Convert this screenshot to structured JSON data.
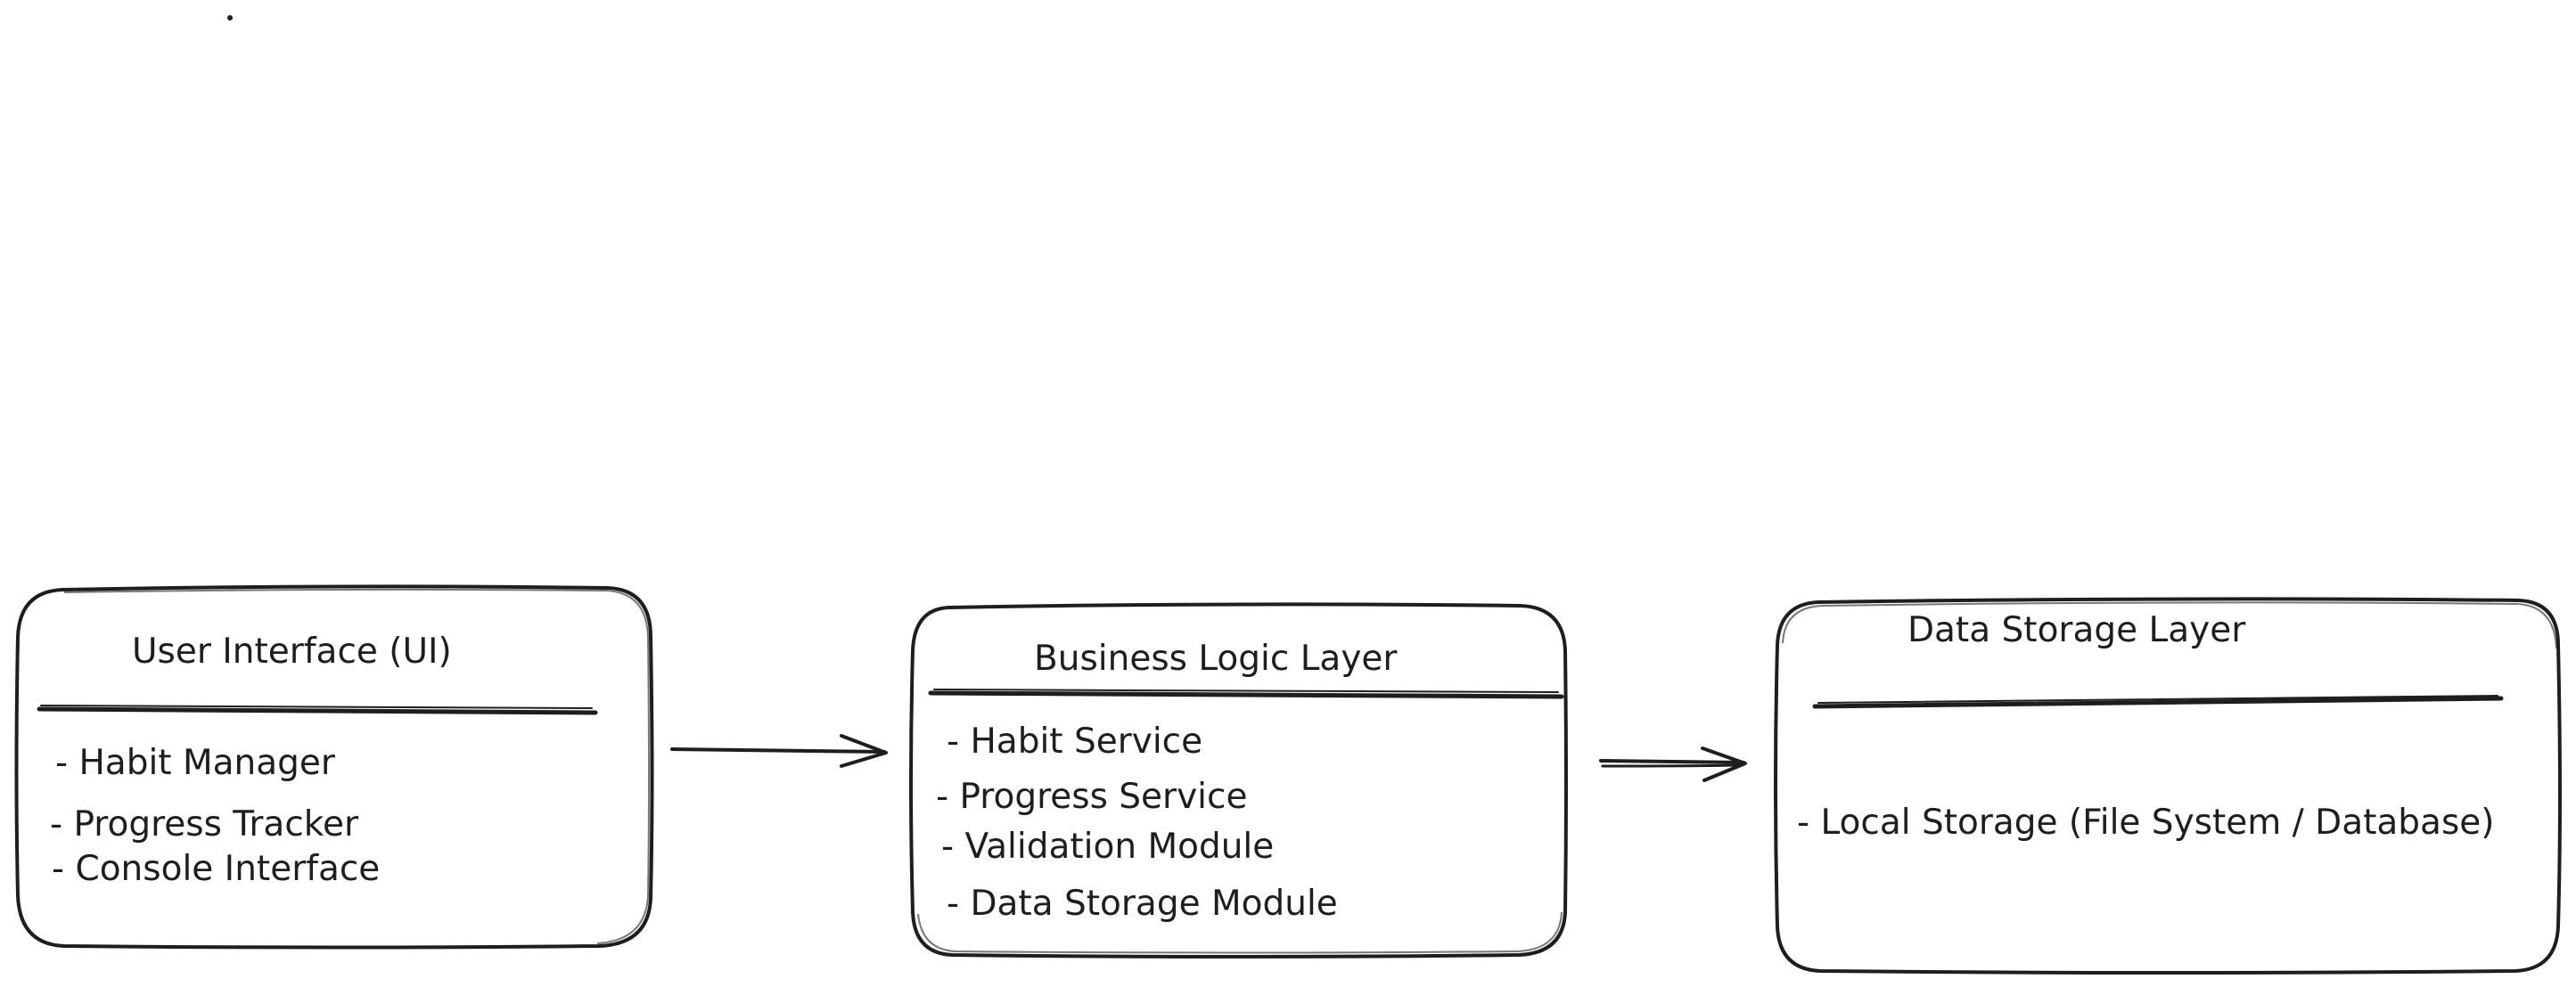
{
  "boxes": [
    {
      "title": "User Interface (UI)",
      "items": [
        "- Habit Manager",
        "- Progress Tracker",
        "- Console Interface"
      ]
    },
    {
      "title": "Business Logic Layer",
      "items": [
        "- Habit Service",
        "- Progress Service",
        "- Validation Module",
        "- Data Storage Module"
      ]
    },
    {
      "title": "Data Storage Layer",
      "items": [
        "- Local Storage (File System / Database)"
      ]
    }
  ],
  "colors": {
    "stroke": "#1e1e1e",
    "background": "#ffffff"
  }
}
